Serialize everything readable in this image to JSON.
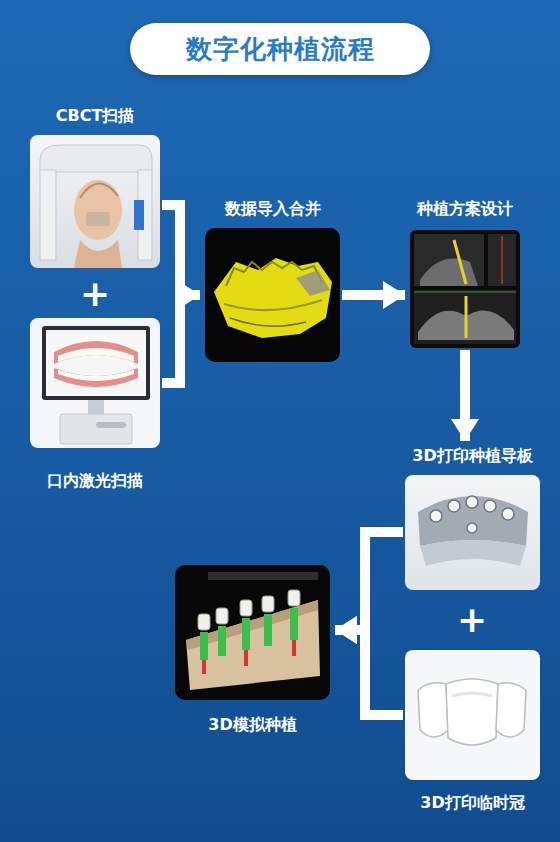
{
  "diagram": {
    "title": "数字化种植流程",
    "nodes": [
      {
        "text": [
          "CBCT扫描"
        ]
      },
      {
        "text": [
          "口内激光扫描"
        ]
      },
      {
        "text": [
          "数据导入合并"
        ]
      },
      {
        "text": [
          "种植方案设计"
        ]
      },
      {
        "text": [
          "3D打印种植导板"
        ]
      },
      {
        "text": [
          "3D打印临时冠"
        ]
      },
      {
        "text": [
          "3D模拟种植"
        ]
      }
    ],
    "edges": [
      {
        "from": 0,
        "to": 2,
        "arrow": "to"
      },
      {
        "from": 1,
        "to": 2,
        "arrow": "to"
      },
      {
        "from": 2,
        "to": 3,
        "arrow": "to"
      },
      {
        "from": 3,
        "to": 4,
        "arrow": "to"
      },
      {
        "from": 4,
        "to": 6,
        "arrow": "to"
      },
      {
        "from": 5,
        "to": 6,
        "arrow": "to"
      }
    ],
    "labels": [
      "+",
      "+"
    ]
  }
}
